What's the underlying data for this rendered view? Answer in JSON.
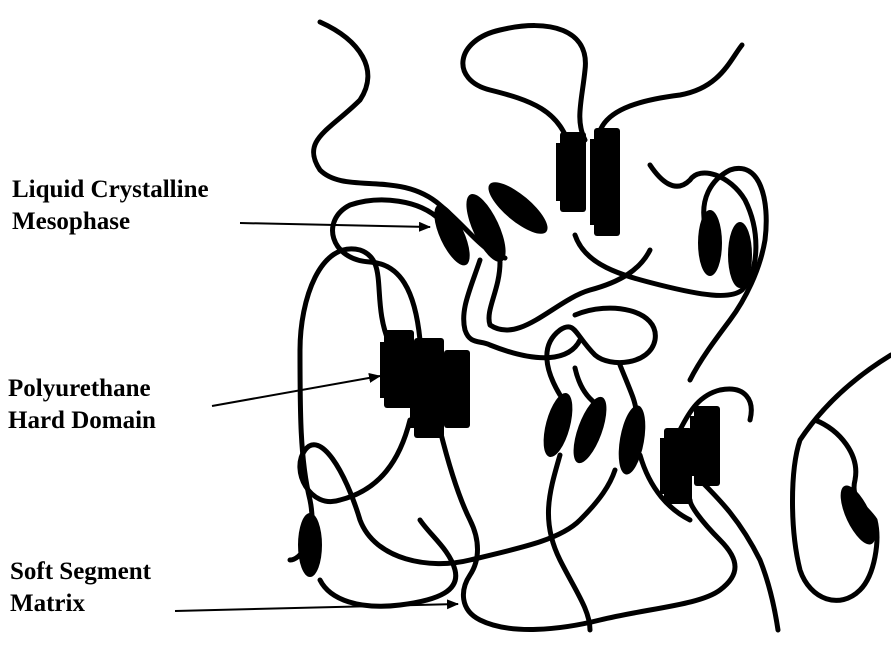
{
  "labels": {
    "liquid_crystalline": {
      "line1": "Liquid Crystalline",
      "line2": "Mesophase"
    },
    "polyurethane": {
      "line1": "Polyurethane",
      "line2": "Hard Domain"
    },
    "soft_segment": {
      "line1": "Soft Segment",
      "line2": "Matrix"
    }
  },
  "colors": {
    "ink": "#000000",
    "background": "#ffffff"
  }
}
